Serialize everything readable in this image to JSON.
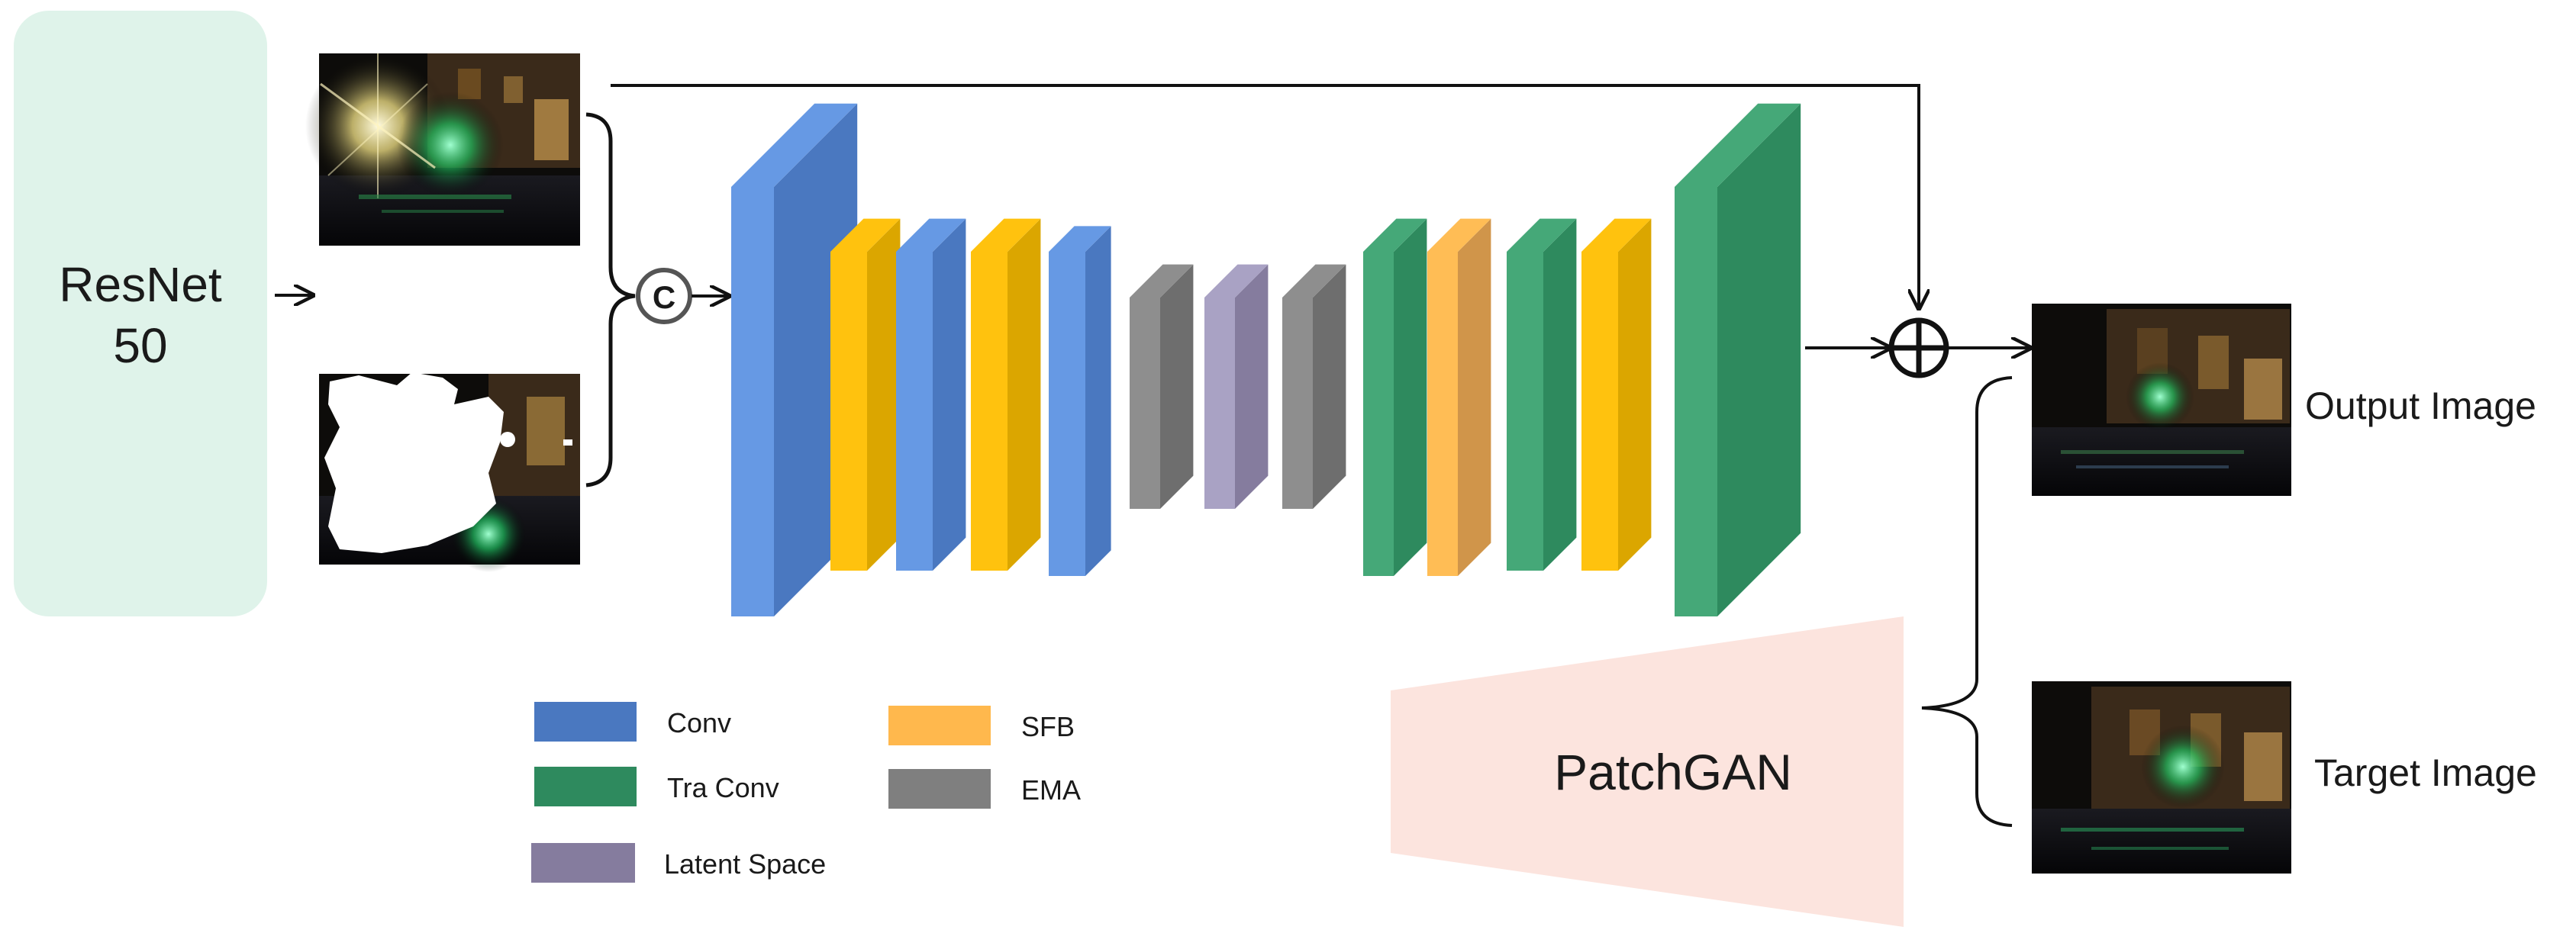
{
  "encoder": {
    "label_line1": "ResNet",
    "label_line2": "50"
  },
  "concat": {
    "symbol": "C"
  },
  "add": {
    "symbol": "add-circle-icon"
  },
  "discriminator": {
    "label": "PatchGAN"
  },
  "images": {
    "output_label": "Output Image",
    "target_label": "Target Image"
  },
  "legend": {
    "items": [
      {
        "label": "Conv",
        "color": "#4a78c0"
      },
      {
        "label": "Tra Conv",
        "color": "#2e8a5e"
      },
      {
        "label": "Latent Space",
        "color": "#857c9e"
      },
      {
        "label": "SFB",
        "color": "#ffb84d"
      },
      {
        "label": "EMA",
        "color": "#7f7f7f"
      }
    ]
  },
  "colors": {
    "encoder_bg": "#dff3ea",
    "patchgan_bg": "#fce4de",
    "conv_front": "#4a78c0",
    "conv_face": "#6699e4",
    "yellow_front": "#dba600",
    "yellow_face": "#ffc20e",
    "gray_front": "#6e6e6e",
    "gray_face": "#8e8e8e",
    "latent_front": "#857c9e",
    "latent_face": "#a9a2c4",
    "green_front": "#2e8a5e",
    "green_face": "#45a878",
    "sfb_front": "#d0954a",
    "sfb_face": "#ffbd55"
  }
}
